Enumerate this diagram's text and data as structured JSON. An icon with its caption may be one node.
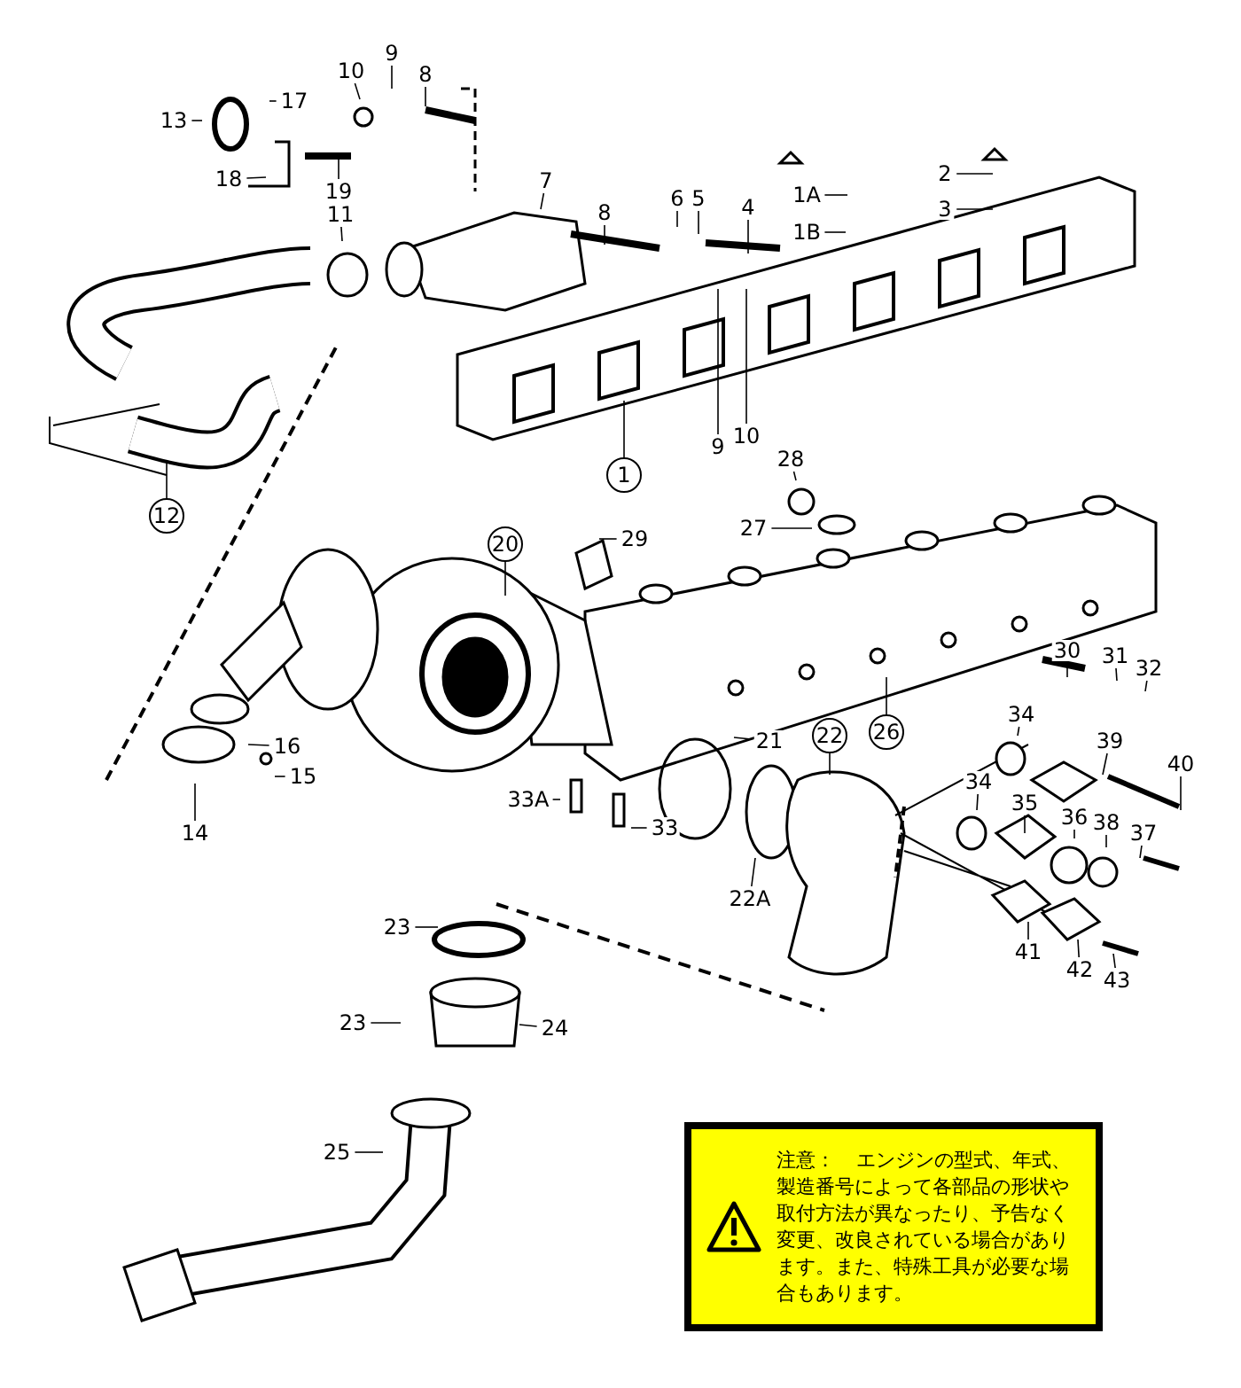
{
  "diagram": {
    "nodes": [
      {
        "text": [
          "17"
        ]
      },
      {
        "text": [
          "13"
        ]
      },
      {
        "text": [
          "10"
        ]
      },
      {
        "text": [
          "9"
        ]
      },
      {
        "text": [
          "8"
        ]
      },
      {
        "text": [
          "18"
        ]
      },
      {
        "text": [
          "19"
        ]
      },
      {
        "text": [
          "7"
        ]
      },
      {
        "text": [
          "11"
        ]
      },
      {
        "text": [
          "8"
        ]
      },
      {
        "text": [
          "6"
        ]
      },
      {
        "text": [
          "5"
        ]
      },
      {
        "text": [
          "4"
        ]
      },
      {
        "text": [
          "1A"
        ]
      },
      {
        "text": [
          "1B"
        ]
      },
      {
        "text": [
          "2"
        ]
      },
      {
        "text": [
          "3"
        ]
      },
      {
        "text": [
          "1"
        ]
      },
      {
        "text": [
          "9"
        ]
      },
      {
        "text": [
          "10"
        ]
      },
      {
        "text": [
          "12"
        ]
      },
      {
        "text": [
          "28"
        ]
      },
      {
        "text": [
          "27"
        ]
      },
      {
        "text": [
          "29"
        ]
      },
      {
        "text": [
          "20"
        ]
      },
      {
        "text": [
          "30"
        ]
      },
      {
        "text": [
          "31"
        ]
      },
      {
        "text": [
          "32"
        ]
      },
      {
        "text": [
          "26"
        ]
      },
      {
        "text": [
          "21"
        ]
      },
      {
        "text": [
          "22"
        ]
      },
      {
        "text": [
          "16"
        ]
      },
      {
        "text": [
          "15"
        ]
      },
      {
        "text": [
          "14"
        ]
      },
      {
        "text": [
          "34"
        ]
      },
      {
        "text": [
          "39"
        ]
      },
      {
        "text": [
          "40"
        ]
      },
      {
        "text": [
          "33A"
        ]
      },
      {
        "text": [
          "33"
        ]
      },
      {
        "text": [
          "34"
        ]
      },
      {
        "text": [
          "35"
        ]
      },
      {
        "text": [
          "36"
        ]
      },
      {
        "text": [
          "38"
        ]
      },
      {
        "text": [
          "37"
        ]
      },
      {
        "text": [
          "22A"
        ]
      },
      {
        "text": [
          "41"
        ]
      },
      {
        "text": [
          "42"
        ]
      },
      {
        "text": [
          "43"
        ]
      },
      {
        "text": [
          "23"
        ]
      },
      {
        "text": [
          "23"
        ]
      },
      {
        "text": [
          "24"
        ]
      },
      {
        "text": [
          "25"
        ]
      },
      {
        "text": [
          "注意：",
          "エンジンの型式、年式、製造番号によって各部品の形状や取付方法が異なったり、予告なく変更、改良されている場合があります。また、特殊工具が必要な場合もあります。"
        ]
      }
    ],
    "edges": [
      {
        "from": 0,
        "to": null,
        "arrow": "none"
      },
      {
        "from": 1,
        "to": null,
        "arrow": "none"
      },
      {
        "from": 2,
        "to": null,
        "arrow": "none"
      },
      {
        "from": 3,
        "to": null,
        "arrow": "none"
      },
      {
        "from": 4,
        "to": null,
        "arrow": "none"
      },
      {
        "from": 5,
        "to": null,
        "arrow": "none"
      },
      {
        "from": 6,
        "to": null,
        "arrow": "none"
      },
      {
        "from": 7,
        "to": null,
        "arrow": "none"
      },
      {
        "from": 8,
        "to": null,
        "arrow": "none"
      },
      {
        "from": 9,
        "to": null,
        "arrow": "none"
      },
      {
        "from": 10,
        "to": null,
        "arrow": "none"
      },
      {
        "from": 11,
        "to": null,
        "arrow": "none"
      },
      {
        "from": 12,
        "to": null,
        "arrow": "none"
      },
      {
        "from": 13,
        "to": null,
        "arrow": "none"
      },
      {
        "from": 14,
        "to": null,
        "arrow": "none"
      },
      {
        "from": 15,
        "to": null,
        "arrow": "none"
      },
      {
        "from": 16,
        "to": null,
        "arrow": "none"
      },
      {
        "from": 17,
        "to": null,
        "arrow": "none"
      },
      {
        "from": 18,
        "to": null,
        "arrow": "none"
      },
      {
        "from": 19,
        "to": null,
        "arrow": "none"
      },
      {
        "from": 20,
        "to": null,
        "arrow": "none"
      },
      {
        "from": 21,
        "to": null,
        "arrow": "none"
      },
      {
        "from": 22,
        "to": null,
        "arrow": "none"
      },
      {
        "from": 23,
        "to": null,
        "arrow": "none"
      },
      {
        "from": 24,
        "to": null,
        "arrow": "none"
      },
      {
        "from": 25,
        "to": null,
        "arrow": "none"
      },
      {
        "from": 26,
        "to": null,
        "arrow": "none"
      },
      {
        "from": 27,
        "to": null,
        "arrow": "none"
      },
      {
        "from": 28,
        "to": null,
        "arrow": "none"
      },
      {
        "from": 29,
        "to": null,
        "arrow": "none"
      },
      {
        "from": 30,
        "to": null,
        "arrow": "none"
      },
      {
        "from": 31,
        "to": null,
        "arrow": "none"
      },
      {
        "from": 32,
        "to": null,
        "arrow": "none"
      },
      {
        "from": 33,
        "to": null,
        "arrow": "none"
      },
      {
        "from": 34,
        "to": null,
        "arrow": "none"
      },
      {
        "from": 35,
        "to": null,
        "arrow": "none"
      },
      {
        "from": 36,
        "to": null,
        "arrow": "none"
      },
      {
        "from": 37,
        "to": null,
        "arrow": "none"
      },
      {
        "from": 38,
        "to": null,
        "arrow": "none"
      },
      {
        "from": 39,
        "to": null,
        "arrow": "none"
      },
      {
        "from": 40,
        "to": null,
        "arrow": "none"
      },
      {
        "from": 41,
        "to": null,
        "arrow": "none"
      },
      {
        "from": 42,
        "to": null,
        "arrow": "none"
      },
      {
        "from": 43,
        "to": null,
        "arrow": "none"
      },
      {
        "from": 44,
        "to": null,
        "arrow": "none"
      },
      {
        "from": 45,
        "to": null,
        "arrow": "none"
      },
      {
        "from": 46,
        "to": null,
        "arrow": "none"
      },
      {
        "from": 47,
        "to": null,
        "arrow": "none"
      },
      {
        "from": 48,
        "to": null,
        "arrow": "none"
      },
      {
        "from": 49,
        "to": null,
        "arrow": "none"
      },
      {
        "from": 50,
        "to": null,
        "arrow": "none"
      },
      {
        "from": 51,
        "to": null,
        "arrow": "none"
      }
    ]
  }
}
